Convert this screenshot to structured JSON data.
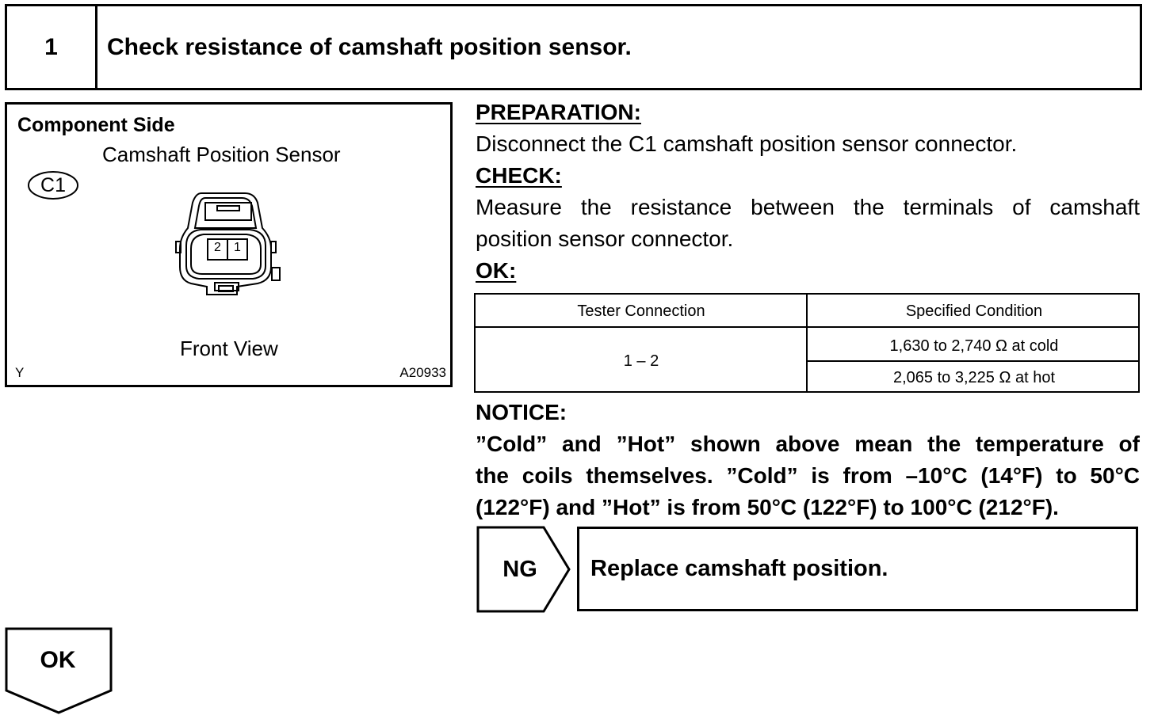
{
  "step": {
    "number": "1",
    "title": "Check resistance of camshaft position sensor."
  },
  "figure": {
    "side_label": "Component Side",
    "component_name": "Camshaft Position Sensor",
    "connector_id": "C1",
    "terminal_2": "2",
    "terminal_1": "1",
    "view_label": "Front View",
    "corner_left": "Y",
    "corner_right": "A20933"
  },
  "preparation": {
    "heading": "PREPARATION:",
    "text": "Disconnect the C1 camshaft position sensor connector."
  },
  "check": {
    "heading": "CHECK:",
    "text_line1": "Measure the resistance between the terminals of camshaft",
    "text_line2": "position sensor connector."
  },
  "ok": {
    "heading": "OK:"
  },
  "spec_table": {
    "headers": [
      "Tester Connection",
      "Specified Condition"
    ],
    "connection": "1 – 2",
    "conditions": [
      "1,630 to 2,740 Ω at cold",
      "2,065 to 3,225 Ω at hot"
    ]
  },
  "notice": {
    "heading": "NOTICE:",
    "line1": "”Cold” and ”Hot” shown above mean the temperature of",
    "line2": "the coils themselves. ”Cold” is from –10°C (14°F) to 50°C",
    "line3": "(122°F) and ”Hot” is from 50°C (122°F) to 100°C (212°F)."
  },
  "ng_branch": {
    "label": "NG",
    "action": "Replace camshaft position."
  },
  "ok_branch": {
    "label": "OK"
  }
}
